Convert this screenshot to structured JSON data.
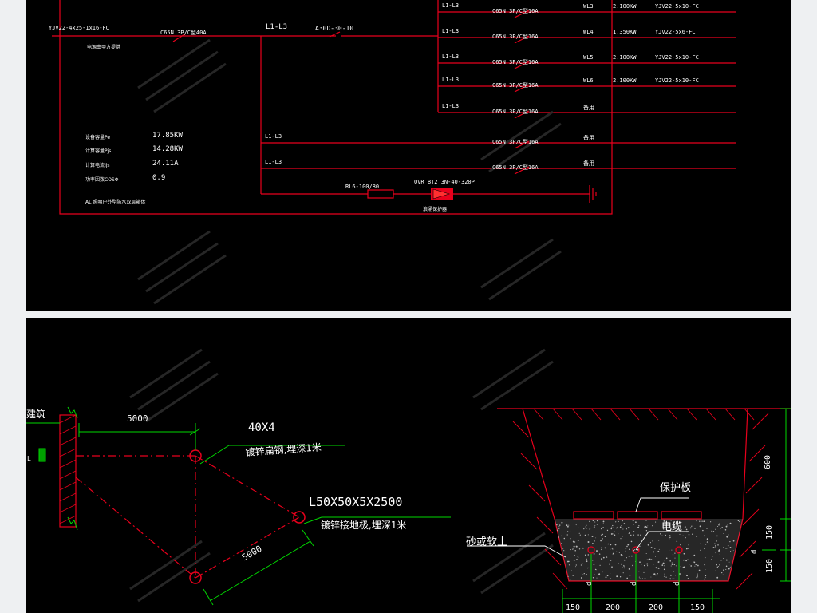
{
  "colors": {
    "line": "#e8001c",
    "text": "#ffffff",
    "dim": "#00d800",
    "canvas": "#000000"
  },
  "top": {
    "main_cable": "YJV22-4x25-1x16-FC",
    "main_breaker": "C65N 3P/C型40A",
    "main_note": "电源由甲方提供",
    "bus_label": "L1-L3",
    "isolator": "A30D-30-10",
    "branches": [
      {
        "phase": "L1-L3",
        "breaker": "C65N 3P/C型16A",
        "circuit": "WL3",
        "power": "2.100KW",
        "cable": "YJV22-5x10-FC"
      },
      {
        "phase": "L1-L3",
        "breaker": "C65N 3P/C型16A",
        "circuit": "WL4",
        "power": "1.350KW",
        "cable": "YJV22-5x6-FC"
      },
      {
        "phase": "L1-L3",
        "breaker": "C65N 3P/C型16A",
        "circuit": "WL5",
        "power": "2.100KW",
        "cable": "YJV22-5x10-FC"
      },
      {
        "phase": "L1-L3",
        "breaker": "C65N 3P/C型16A",
        "circuit": "WL6",
        "power": "2.100KW",
        "cable": "YJV22-5x10-FC"
      },
      {
        "phase": "L1-L3",
        "breaker": "C65N 3P/C型16A",
        "circuit": "备用",
        "power": "",
        "cable": ""
      },
      {
        "phase": "L1-L3",
        "breaker": "C65N 3P/C型16A",
        "circuit": "备用",
        "power": "",
        "cable": ""
      },
      {
        "phase": "L1-L3",
        "breaker": "C65N 3P/C型16A",
        "circuit": "备用",
        "power": "",
        "cable": ""
      }
    ],
    "params": [
      {
        "label": "设备容量Pe",
        "value": "17.85KW"
      },
      {
        "label": "计算容量Pjs",
        "value": "14.28KW"
      },
      {
        "label": "计算电流Ijs",
        "value": "24.11A"
      },
      {
        "label": "功率因数COSΦ",
        "value": "0.9"
      }
    ],
    "box_note": "AL 照明户外型防水双层箱体",
    "fuse": "RL6-100/80",
    "spd": "OVR BT2 3N-40-320P",
    "spd_note": "浪涌保护器"
  },
  "bottom_left": {
    "building": "建筑",
    "building_mark": "L",
    "dim1": "5000",
    "flat_steel": "40X4",
    "flat_steel_note": "镀锌扁钢,埋深1米",
    "angle_steel": "L50X50X5X2500",
    "angle_steel_note": "镀锌接地极,埋深1米",
    "dim2": "5000"
  },
  "bottom_right": {
    "protect_plate": "保护板",
    "cable": "电缆",
    "soil": "砂或软土",
    "dims_v": [
      "600",
      "150",
      "150"
    ],
    "dims_h": [
      "150",
      "200",
      "200",
      "150"
    ],
    "d_label": "d"
  }
}
